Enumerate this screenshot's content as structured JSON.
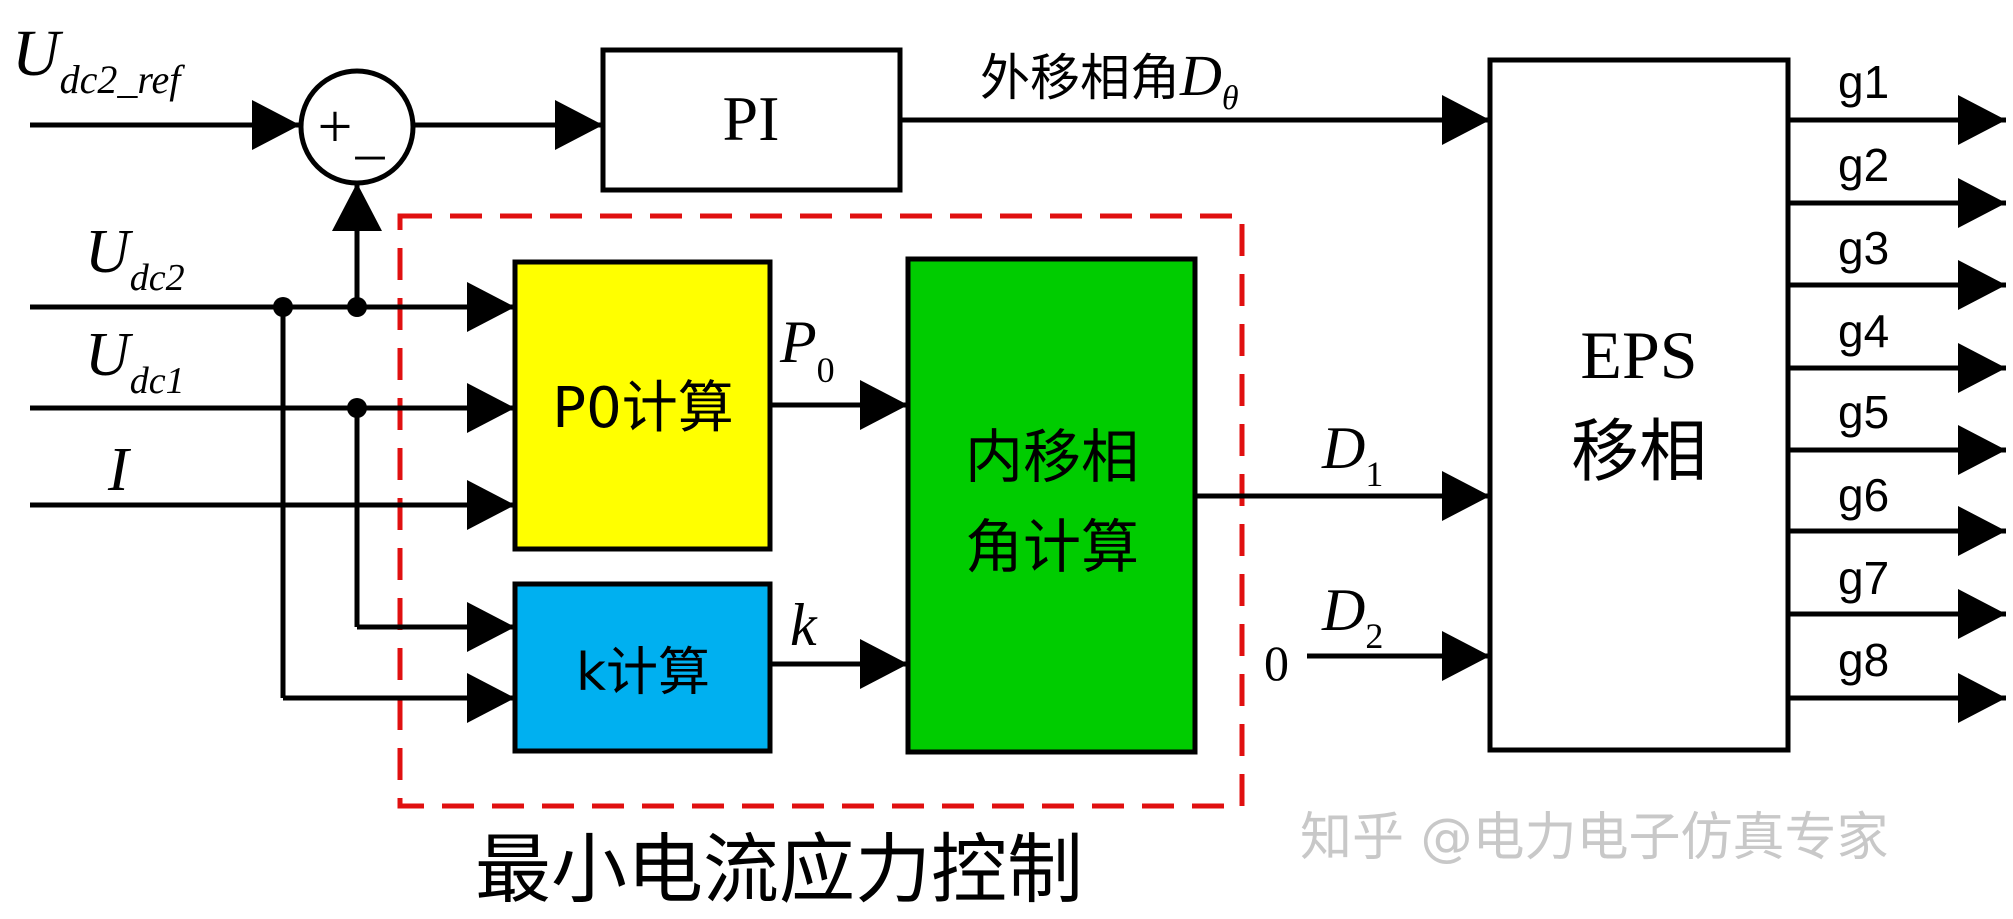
{
  "inputs": {
    "udc2_ref": {
      "main": "U",
      "sub": "dc2_ref"
    },
    "udc2": {
      "main": "U",
      "sub": "dc2"
    },
    "udc1": {
      "main": "U",
      "sub": "dc1"
    },
    "current": "I",
    "zero": "0"
  },
  "summing_junction": {
    "plus": "+",
    "minus": "_"
  },
  "blocks": {
    "pi": "PI",
    "p0_calc": "P0计算",
    "k_calc": "k计算",
    "inner_phase": {
      "line1": "内移相",
      "line2": "角计算"
    },
    "eps": {
      "line1": "EPS",
      "line2": "移相"
    }
  },
  "signals": {
    "outer_phase": {
      "text": "外移相角",
      "main": "D",
      "sub": "θ"
    },
    "p0": {
      "main": "P",
      "sub": "0"
    },
    "k": "k",
    "d1": {
      "main": "D",
      "sub": "1"
    },
    "d2": {
      "main": "D",
      "sub": "2"
    }
  },
  "outputs": [
    "g1",
    "g2",
    "g3",
    "g4",
    "g5",
    "g6",
    "g7",
    "g8"
  ],
  "group_label": "最小电流应力控制",
  "watermark": "知乎 @电力电子仿真专家",
  "colors": {
    "p0_block": "#ffff00",
    "k_block": "#00b0f0",
    "inner_block": "#00cc00",
    "dashed_border": "#e01010"
  }
}
